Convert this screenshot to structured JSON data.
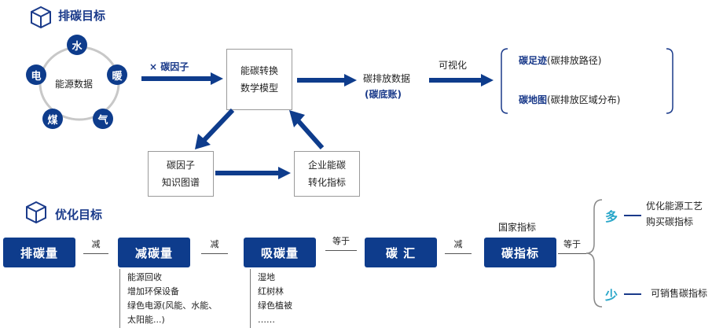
{
  "sections": {
    "top_title": "排碳目标",
    "bottom_title": "优化目标"
  },
  "energy_cycle": {
    "center_label": "能源数据",
    "nodes": [
      "水",
      "暖",
      "气",
      "煤",
      "电"
    ]
  },
  "flow": {
    "factor_label": "× 碳因子",
    "model_box": [
      "能碳转换",
      "数学模型"
    ],
    "emission_label": "碳排放数据",
    "ledger_label": "(碳底账)",
    "visual_label": "可视化",
    "footprint_title": "碳足迹",
    "footprint_note": "(碳排放路径)",
    "map_title": "碳地图",
    "map_note": "(碳排放区域分布)",
    "knowledge_box": [
      "碳因子",
      "知识图谱"
    ],
    "enterprise_box": [
      "企业能碳",
      "转化指标"
    ]
  },
  "optimization": {
    "pills": [
      "排碳量",
      "减碳量",
      "吸碳量",
      "碳 汇",
      "碳指标"
    ],
    "connectors": [
      "减",
      "减",
      "等于",
      "减",
      "等于"
    ],
    "national_label": "国家指标",
    "reduce_list": [
      "能源回收",
      "增加环保设备",
      "绿色电源(风能、水能、",
      "太阳能...)"
    ],
    "absorb_list": [
      "湿地",
      "红树林",
      "绿色植被",
      "……"
    ],
    "more_label": "多",
    "more_items": [
      "优化能源工艺",
      "购买碳指标"
    ],
    "less_label": "少",
    "less_items": [
      "可销售碳指标"
    ]
  },
  "colors": {
    "accent": "#0e3c8c",
    "title": "#1a3a8a",
    "teal": "#2aa7c9"
  }
}
